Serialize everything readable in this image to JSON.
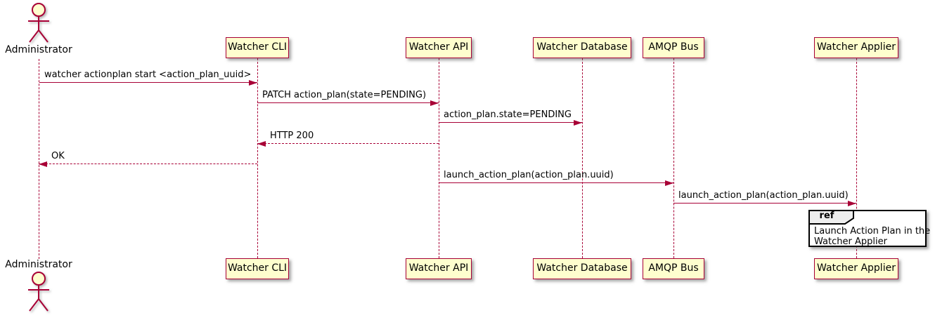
{
  "diagram": {
    "type": "sequence",
    "tool_style": "plantuml",
    "participants": [
      {
        "name": "Administrator",
        "kind": "actor"
      },
      {
        "name": "Watcher CLI",
        "kind": "participant"
      },
      {
        "name": "Watcher API",
        "kind": "participant"
      },
      {
        "name": "Watcher Database",
        "kind": "participant"
      },
      {
        "name": "AMQP Bus",
        "kind": "participant"
      },
      {
        "name": "Watcher Applier",
        "kind": "participant"
      }
    ],
    "messages": [
      {
        "from": "Administrator",
        "to": "Watcher CLI",
        "label": "watcher actionplan start <action_plan_uuid>",
        "style": "solid"
      },
      {
        "from": "Watcher CLI",
        "to": "Watcher API",
        "label": "PATCH action_plan(state=PENDING)",
        "style": "solid"
      },
      {
        "from": "Watcher API",
        "to": "Watcher Database",
        "label": "action_plan.state=PENDING",
        "style": "solid"
      },
      {
        "from": "Watcher API",
        "to": "Watcher CLI",
        "label": "HTTP 200",
        "style": "dashed"
      },
      {
        "from": "Watcher CLI",
        "to": "Administrator",
        "label": "OK",
        "style": "dashed"
      },
      {
        "from": "Watcher API",
        "to": "AMQP Bus",
        "label": "launch_action_plan(action_plan.uuid)",
        "style": "solid"
      },
      {
        "from": "AMQP Bus",
        "to": "Watcher Applier",
        "label": "launch_action_plan(action_plan.uuid)",
        "style": "solid"
      }
    ],
    "ref": {
      "keyword": "ref",
      "over": "Watcher Applier",
      "line1": "Launch Action Plan in the",
      "line2": "Watcher Applier"
    },
    "colors": {
      "line": "#A80036",
      "participant_fill": "#FEFECE",
      "ref_header_fill": "#EEEEEE",
      "ref_border": "#000000",
      "text": "#000000",
      "background": "#FFFFFF"
    }
  }
}
